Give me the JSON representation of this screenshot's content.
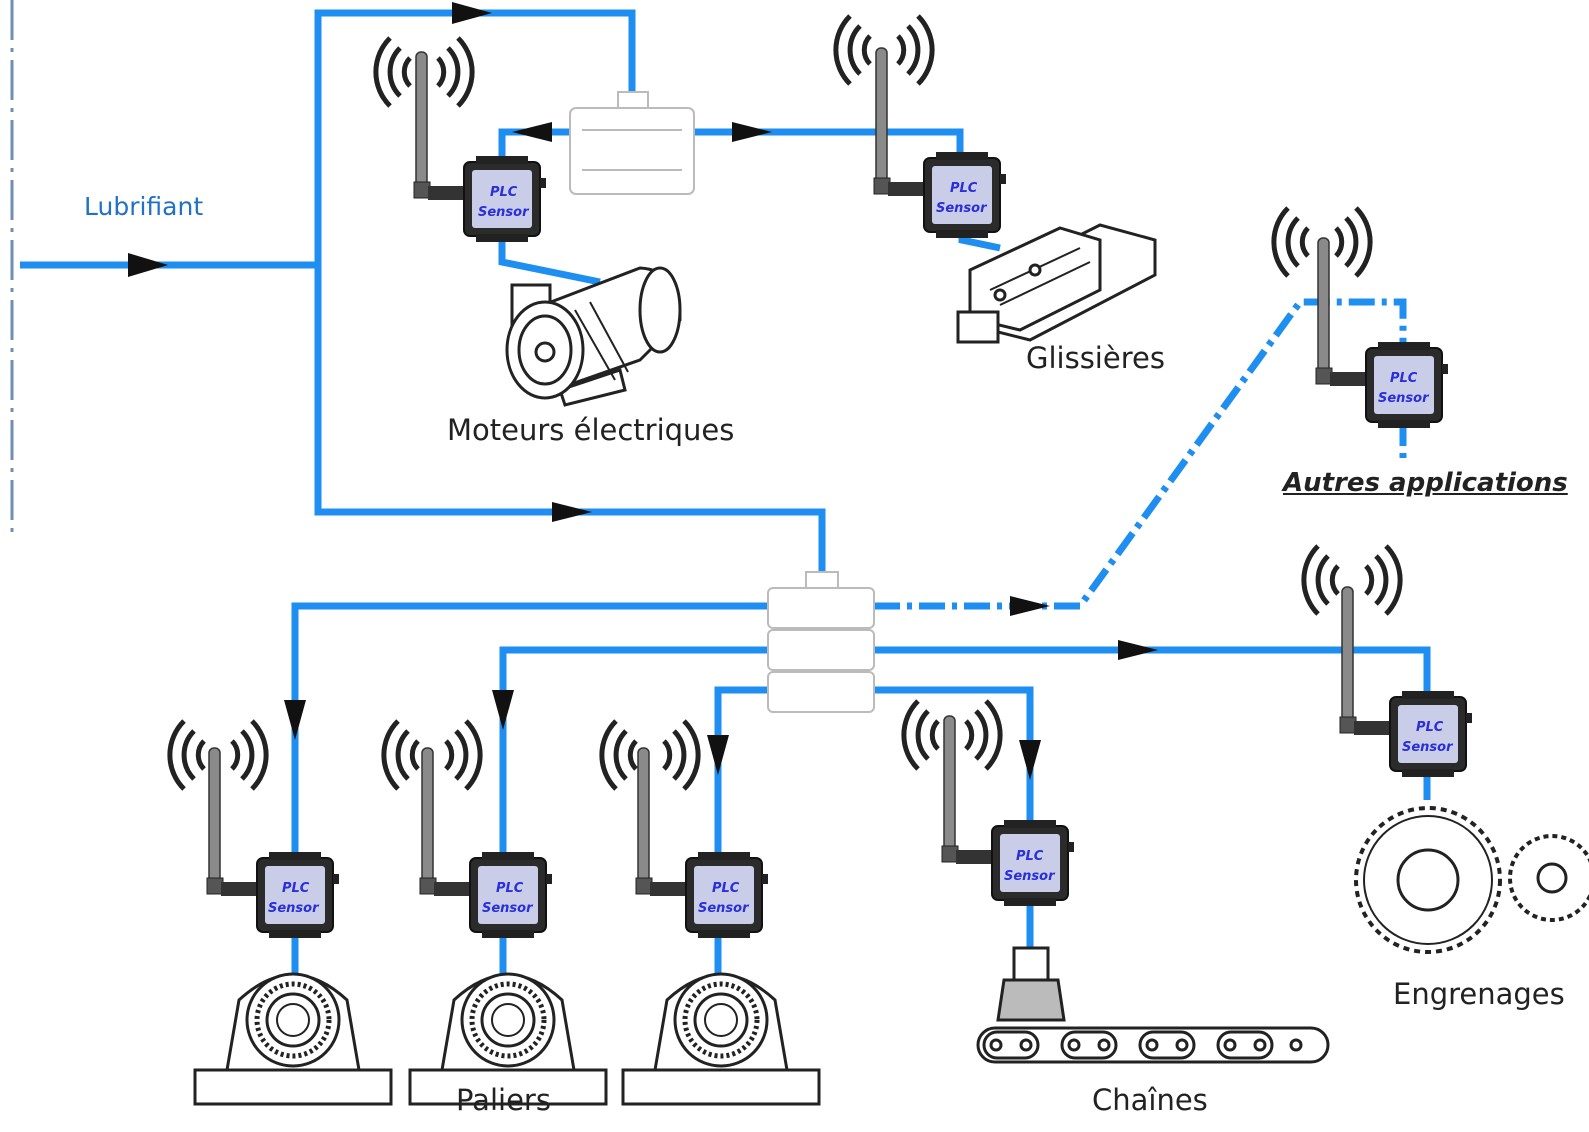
{
  "diagram": {
    "input_label": "Lubrifiant",
    "sensor_label_line1": "PLC",
    "sensor_label_line2": "Sensor",
    "applications": {
      "moteurs": "Moteurs électriques",
      "glissieres": "Glissières",
      "autres": "Autres applications",
      "engrenages": "Engrenages",
      "paliers": "Paliers",
      "chaines": "Chaînes"
    },
    "colors": {
      "pipe": "#1e8ef0",
      "border_dash": "#6f8fb4",
      "sensor_text": "#2a2fd9",
      "label_blue": "#1f72c6"
    },
    "icons": [
      "wireless-signal-icon",
      "antenna-icon",
      "plc-sensor-icon",
      "distributor-icon",
      "electric-motor-icon",
      "linear-rail-icon",
      "pillow-block-bearing-icon",
      "chain-icon",
      "gear-icon",
      "flow-arrow-icon"
    ]
  }
}
